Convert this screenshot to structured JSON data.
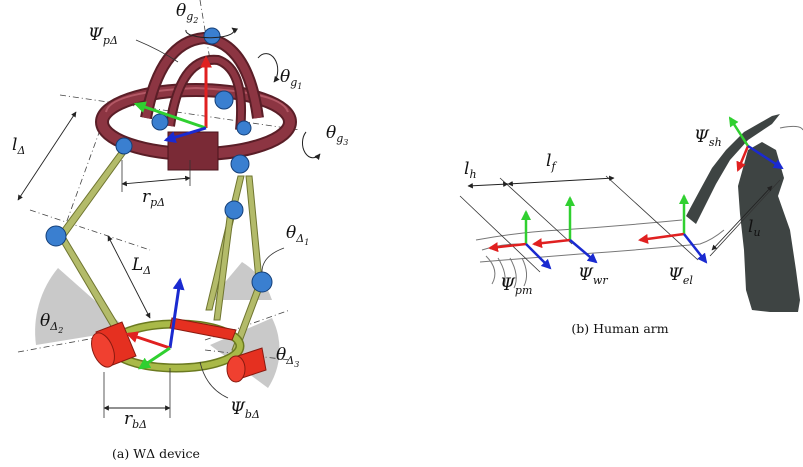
{
  "caption_a": "(a) WΔ device",
  "caption_b": "(b) Human arm",
  "labels": {
    "theta_g2": {
      "main": "θ",
      "sub": "g",
      "subsub": "2"
    },
    "psi_pdelta": {
      "main": "Ψ",
      "sub": "pΔ"
    },
    "theta_g1": {
      "main": "θ",
      "sub": "g",
      "subsub": "1"
    },
    "theta_g3": {
      "main": "θ",
      "sub": "g",
      "subsub": "3"
    },
    "l_delta": {
      "main": "l",
      "sub": "Δ"
    },
    "r_pdelta": {
      "main": "r",
      "sub": "pΔ"
    },
    "L_delta": {
      "main": "L",
      "sub": "Δ"
    },
    "theta_delta1": {
      "main": "θ",
      "sub": "Δ",
      "subsub": "1"
    },
    "theta_delta2": {
      "main": "θ",
      "sub": "Δ",
      "subsub": "2"
    },
    "theta_delta3": {
      "main": "θ",
      "sub": "Δ",
      "subsub": "3"
    },
    "r_bdelta": {
      "main": "r",
      "sub": "bΔ"
    },
    "psi_bdelta": {
      "main": "Ψ",
      "sub": "bΔ"
    },
    "l_h": {
      "main": "l",
      "sub": "h"
    },
    "l_f": {
      "main": "l",
      "sub": "f"
    },
    "l_u": {
      "main": "l",
      "sub": "u"
    },
    "psi_sh": {
      "main": "Ψ",
      "sub": "sh"
    },
    "psi_pm": {
      "main": "Ψ",
      "sub": "pm"
    },
    "psi_wr": {
      "main": "Ψ",
      "sub": "wr"
    },
    "psi_el": {
      "main": "Ψ",
      "sub": "el"
    }
  },
  "colors": {
    "platform": "#7a2a36",
    "platform_light": "#9c4452",
    "joint": "#3a7fd0",
    "rod": "#a8b060",
    "base_ring": "#9aaa40",
    "base_actuator": "#e53020",
    "angle_sector": "#c8c8c8",
    "axis_x": "#e02020",
    "axis_y": "#30d030",
    "axis_z": "#1a2ad0",
    "arm_body": "#3e4443"
  }
}
